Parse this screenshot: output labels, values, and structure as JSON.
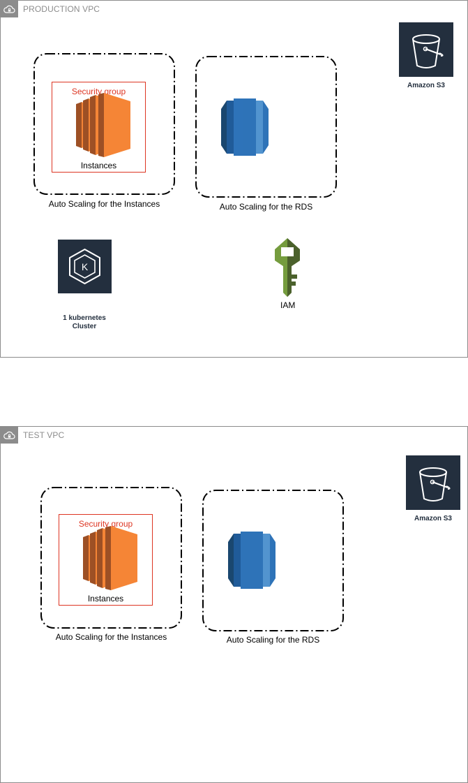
{
  "vpcs": [
    {
      "title": "PRODUCTION VPC",
      "asg_instances_label": "Auto Scaling for the Instances",
      "asg_rds_label": "Auto Scaling for the RDS",
      "security_group_label": "Security group",
      "instances_label": "Instances",
      "s3_label": "Amazon S3",
      "k8s_label_line1": "1 kubernetes",
      "k8s_label_line2": "Cluster",
      "iam_label": "IAM"
    },
    {
      "title": "TEST VPC",
      "asg_instances_label": "Auto Scaling for the Instances",
      "asg_rds_label": "Auto Scaling for the RDS",
      "security_group_label": "Security group",
      "instances_label": "Instances",
      "s3_label": "Amazon S3"
    }
  ],
  "colors": {
    "vpc_border": "#8c8c8c",
    "security_group": "#dd3522",
    "ec2_orange": "#f58536",
    "rds_blue": "#2e73b8",
    "iam_green": "#759c3e",
    "tile_dark": "#232f3e"
  },
  "icons": [
    "vpc-cloud-lock-icon",
    "ec2-instances-icon",
    "rds-icon",
    "s3-bucket-icon",
    "eks-kubernetes-icon",
    "iam-key-icon"
  ]
}
